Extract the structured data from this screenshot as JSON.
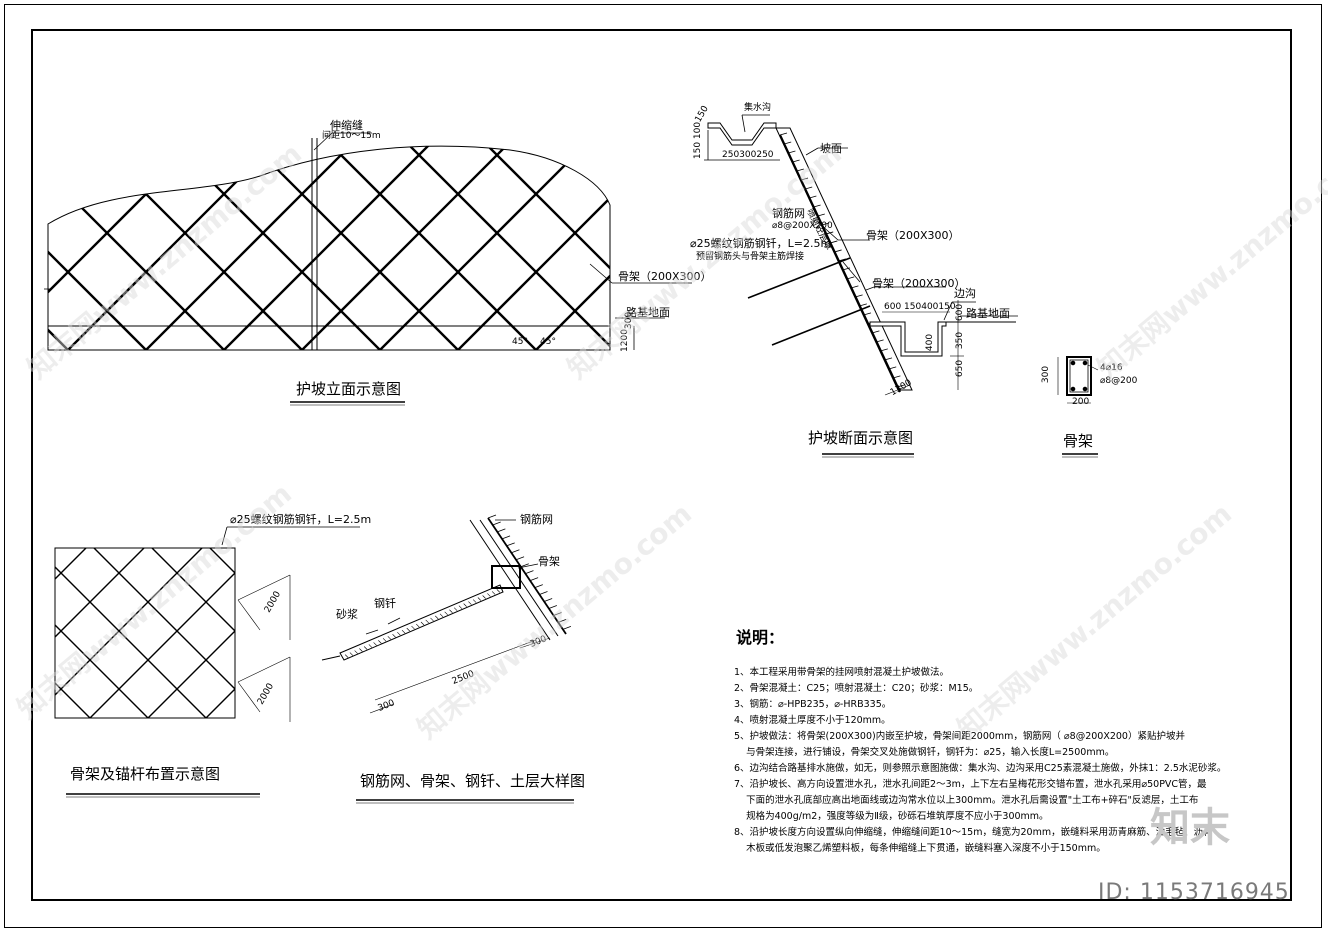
{
  "elevation": {
    "title": "护坡立面示意图",
    "joint_label": "伸缩缝",
    "joint_spacing": "间距10～15m",
    "frame_label": "骨架（200X300）",
    "ground_label": "路基地面",
    "dim_300": "300",
    "dim_1200": "1200",
    "angle_1": "45°",
    "angle_2": "45°"
  },
  "section": {
    "title": "护坡断面示意图",
    "ditch_label": "集水沟",
    "slope_label": "坡面",
    "shotcrete_label": "喷射砼层厚",
    "mesh_label": "钢筋网",
    "mesh_spec": "⌀8@200X200",
    "nail_label": "⌀25螺纹钢筋钢钎，L=2.5m",
    "nail_note": "预留钢筋头与骨架主筋焊接",
    "frame_label_1": "骨架（200X300）",
    "frame_label_2": "骨架（200X300）",
    "side_ditch_label": "边沟",
    "ground_label": "路基地面",
    "dims_top": "150 100",
    "dims_ditch": "250300250",
    "dims_side": "600 150400150",
    "dim_600": "600",
    "dim_350": "350",
    "dim_650": "650",
    "dim_400": "400",
    "dim_1300": "1300",
    "dim_150": "150"
  },
  "frame_detail": {
    "title": "骨架",
    "rebar": "4⌀16",
    "stirrup": "⌀8@200",
    "height": "300",
    "width": "200"
  },
  "layout_plan": {
    "title": "骨架及锚杆布置示意图",
    "nail_label": "⌀25螺纹钢筋钢钎，L=2.5m",
    "dim_1": "2000",
    "dim_2": "2000"
  },
  "detail": {
    "title": "钢筋网、骨架、钢钎、土层大样图",
    "mesh_label": "钢筋网",
    "frame_label": "骨架",
    "nail_label": "钢钎",
    "mortar_label": "砂浆",
    "dim_2500": "2500",
    "dim_300a": "300",
    "dim_300b": "300"
  },
  "notes": {
    "title": "说明：",
    "lines": [
      "1、本工程采用带骨架的挂网喷射混凝土护坡做法。",
      "2、骨架混凝土：C25；喷射混凝土：C20；砂浆：M15。",
      "3、钢筋：⌀-HPB235，⌀-HRB335。",
      "4、喷射混凝土厚度不小于120mm。",
      "5、护坡做法：将骨架(200X300)内嵌至护坡，骨架间距2000mm，钢筋网（ ⌀8@200X200）紧贴护坡并",
      "    与骨架连接，进行铺设，骨架交叉处施做钢钎，钢钎为：⌀25，输入长度L=2500mm。",
      "6、边沟结合路基排水施做，如无，则参照示意图施做：集水沟、边沟采用C25素混凝土施做，外抹1：2.5水泥砂浆。",
      "7、沿护坡长、高方向设置泄水孔，泄水孔间距2～3m，上下左右呈梅花形交错布置，泄水孔采用⌀50PVC管，最",
      "    下面的泄水孔底部应高出地面线或边沟常水位以上300mm。泄水孔后需设置\"土工布+碎石\"反滤层，土工布",
      "    规格为400g/m2，强度等级为Ⅱ级，砂砾石堆筑厚度不应小于300mm。",
      "8、沿护坡长度方向设置纵向伸缩缝，伸缩缝间距10～15m，缝宽为20mm，嵌缝料采用沥青麻筋、油毛毡、沥青",
      "    木板或低发泡聚乙烯塑料板，每条伸缩缝上下贯通，嵌缝料塞入深度不小于150mm。"
    ]
  },
  "watermark": {
    "text": "知末网www.znzmo.com",
    "logo": "知末",
    "id": "ID: 1153716945"
  }
}
